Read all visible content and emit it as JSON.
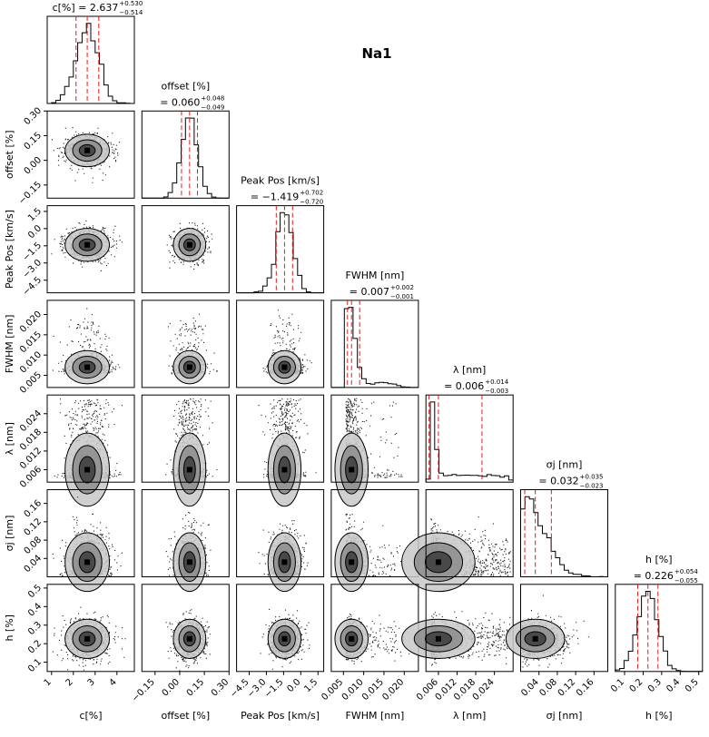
{
  "figure_title": "Na1",
  "chart_data": {
    "type": "corner",
    "parameters": [
      {
        "key": "c",
        "label": "c[%]",
        "median": 2.637,
        "plus": 0.53,
        "minus": 0.514,
        "title_line1": "",
        "title_line2": "c[%] = 2.637",
        "sup": "+0.530",
        "sub": "−0.514",
        "range": [
          0.8,
          4.8
        ],
        "ticks": [
          1,
          2,
          3,
          4
        ],
        "tick_labels": [
          "1",
          "2",
          "3",
          "4"
        ]
      },
      {
        "key": "offset",
        "label": "offset [%]",
        "median": 0.06,
        "plus": 0.048,
        "minus": 0.049,
        "title_line1": "offset [%]",
        "title_line2": "= 0.060",
        "sup": "+0.048",
        "sub": "−0.049",
        "range": [
          -0.23,
          0.3
        ],
        "ticks": [
          -0.15,
          0.0,
          0.15,
          0.3
        ],
        "tick_labels": [
          "−0.15",
          "0.00",
          "0.15",
          "0.30"
        ]
      },
      {
        "key": "peak",
        "label": "Peak Pos [km/s]",
        "median": -1.419,
        "plus": 0.702,
        "minus": 0.72,
        "title_line1": "Peak Pos [km/s]",
        "title_line2": "= −1.419",
        "sup": "+0.702",
        "sub": "−0.720",
        "range": [
          -5.6,
          2.0
        ],
        "ticks": [
          -4.5,
          -3.0,
          -1.5,
          0.0,
          1.5
        ],
        "tick_labels": [
          "−4.5",
          "−3.0",
          "−1.5",
          "0.0",
          "1.5"
        ]
      },
      {
        "key": "fwhm",
        "label": "FWHM [nm]",
        "median": 0.007,
        "plus": 0.002,
        "minus": 0.001,
        "title_line1": "FWHM [nm]",
        "title_line2": "= 0.007",
        "sup": "+0.002",
        "sub": "−0.001",
        "range": [
          0.002,
          0.0235
        ],
        "ticks": [
          0.005,
          0.01,
          0.015,
          0.02
        ],
        "tick_labels": [
          "0.005",
          "0.010",
          "0.015",
          "0.020"
        ]
      },
      {
        "key": "lambda",
        "label": "λ [nm]",
        "median": 0.006,
        "plus": 0.014,
        "minus": 0.003,
        "title_line1": "λ [nm]",
        "title_line2": "= 0.006",
        "sup": "+0.014",
        "sub": "−0.003",
        "range": [
          0.002,
          0.03
        ],
        "ticks": [
          0.006,
          0.012,
          0.018,
          0.024
        ],
        "tick_labels": [
          "0.006",
          "0.012",
          "0.018",
          "0.024"
        ]
      },
      {
        "key": "sigma",
        "label": "σj [nm]",
        "median": 0.032,
        "plus": 0.035,
        "minus": 0.023,
        "title_line1": "σj [nm]",
        "title_line2": "= 0.032",
        "sup": "+0.035",
        "sub": "−0.023",
        "range": [
          0.0,
          0.19
        ],
        "ticks": [
          0.04,
          0.08,
          0.12,
          0.16
        ],
        "tick_labels": [
          "0.04",
          "0.08",
          "0.12",
          "0.16"
        ]
      },
      {
        "key": "h",
        "label": "h [%]",
        "median": 0.226,
        "plus": 0.054,
        "minus": 0.055,
        "title_line1": "h [%]",
        "title_line2": "= 0.226",
        "sup": "+0.054",
        "sub": "−0.055",
        "range": [
          0.05,
          0.52
        ],
        "ticks": [
          0.1,
          0.2,
          0.3,
          0.4,
          0.5
        ],
        "tick_labels": [
          "0.1",
          "0.2",
          "0.3",
          "0.4",
          "0.5"
        ]
      }
    ],
    "quantile_line_color": "#e41a1c",
    "hist_color": "#000000",
    "grid": false
  }
}
